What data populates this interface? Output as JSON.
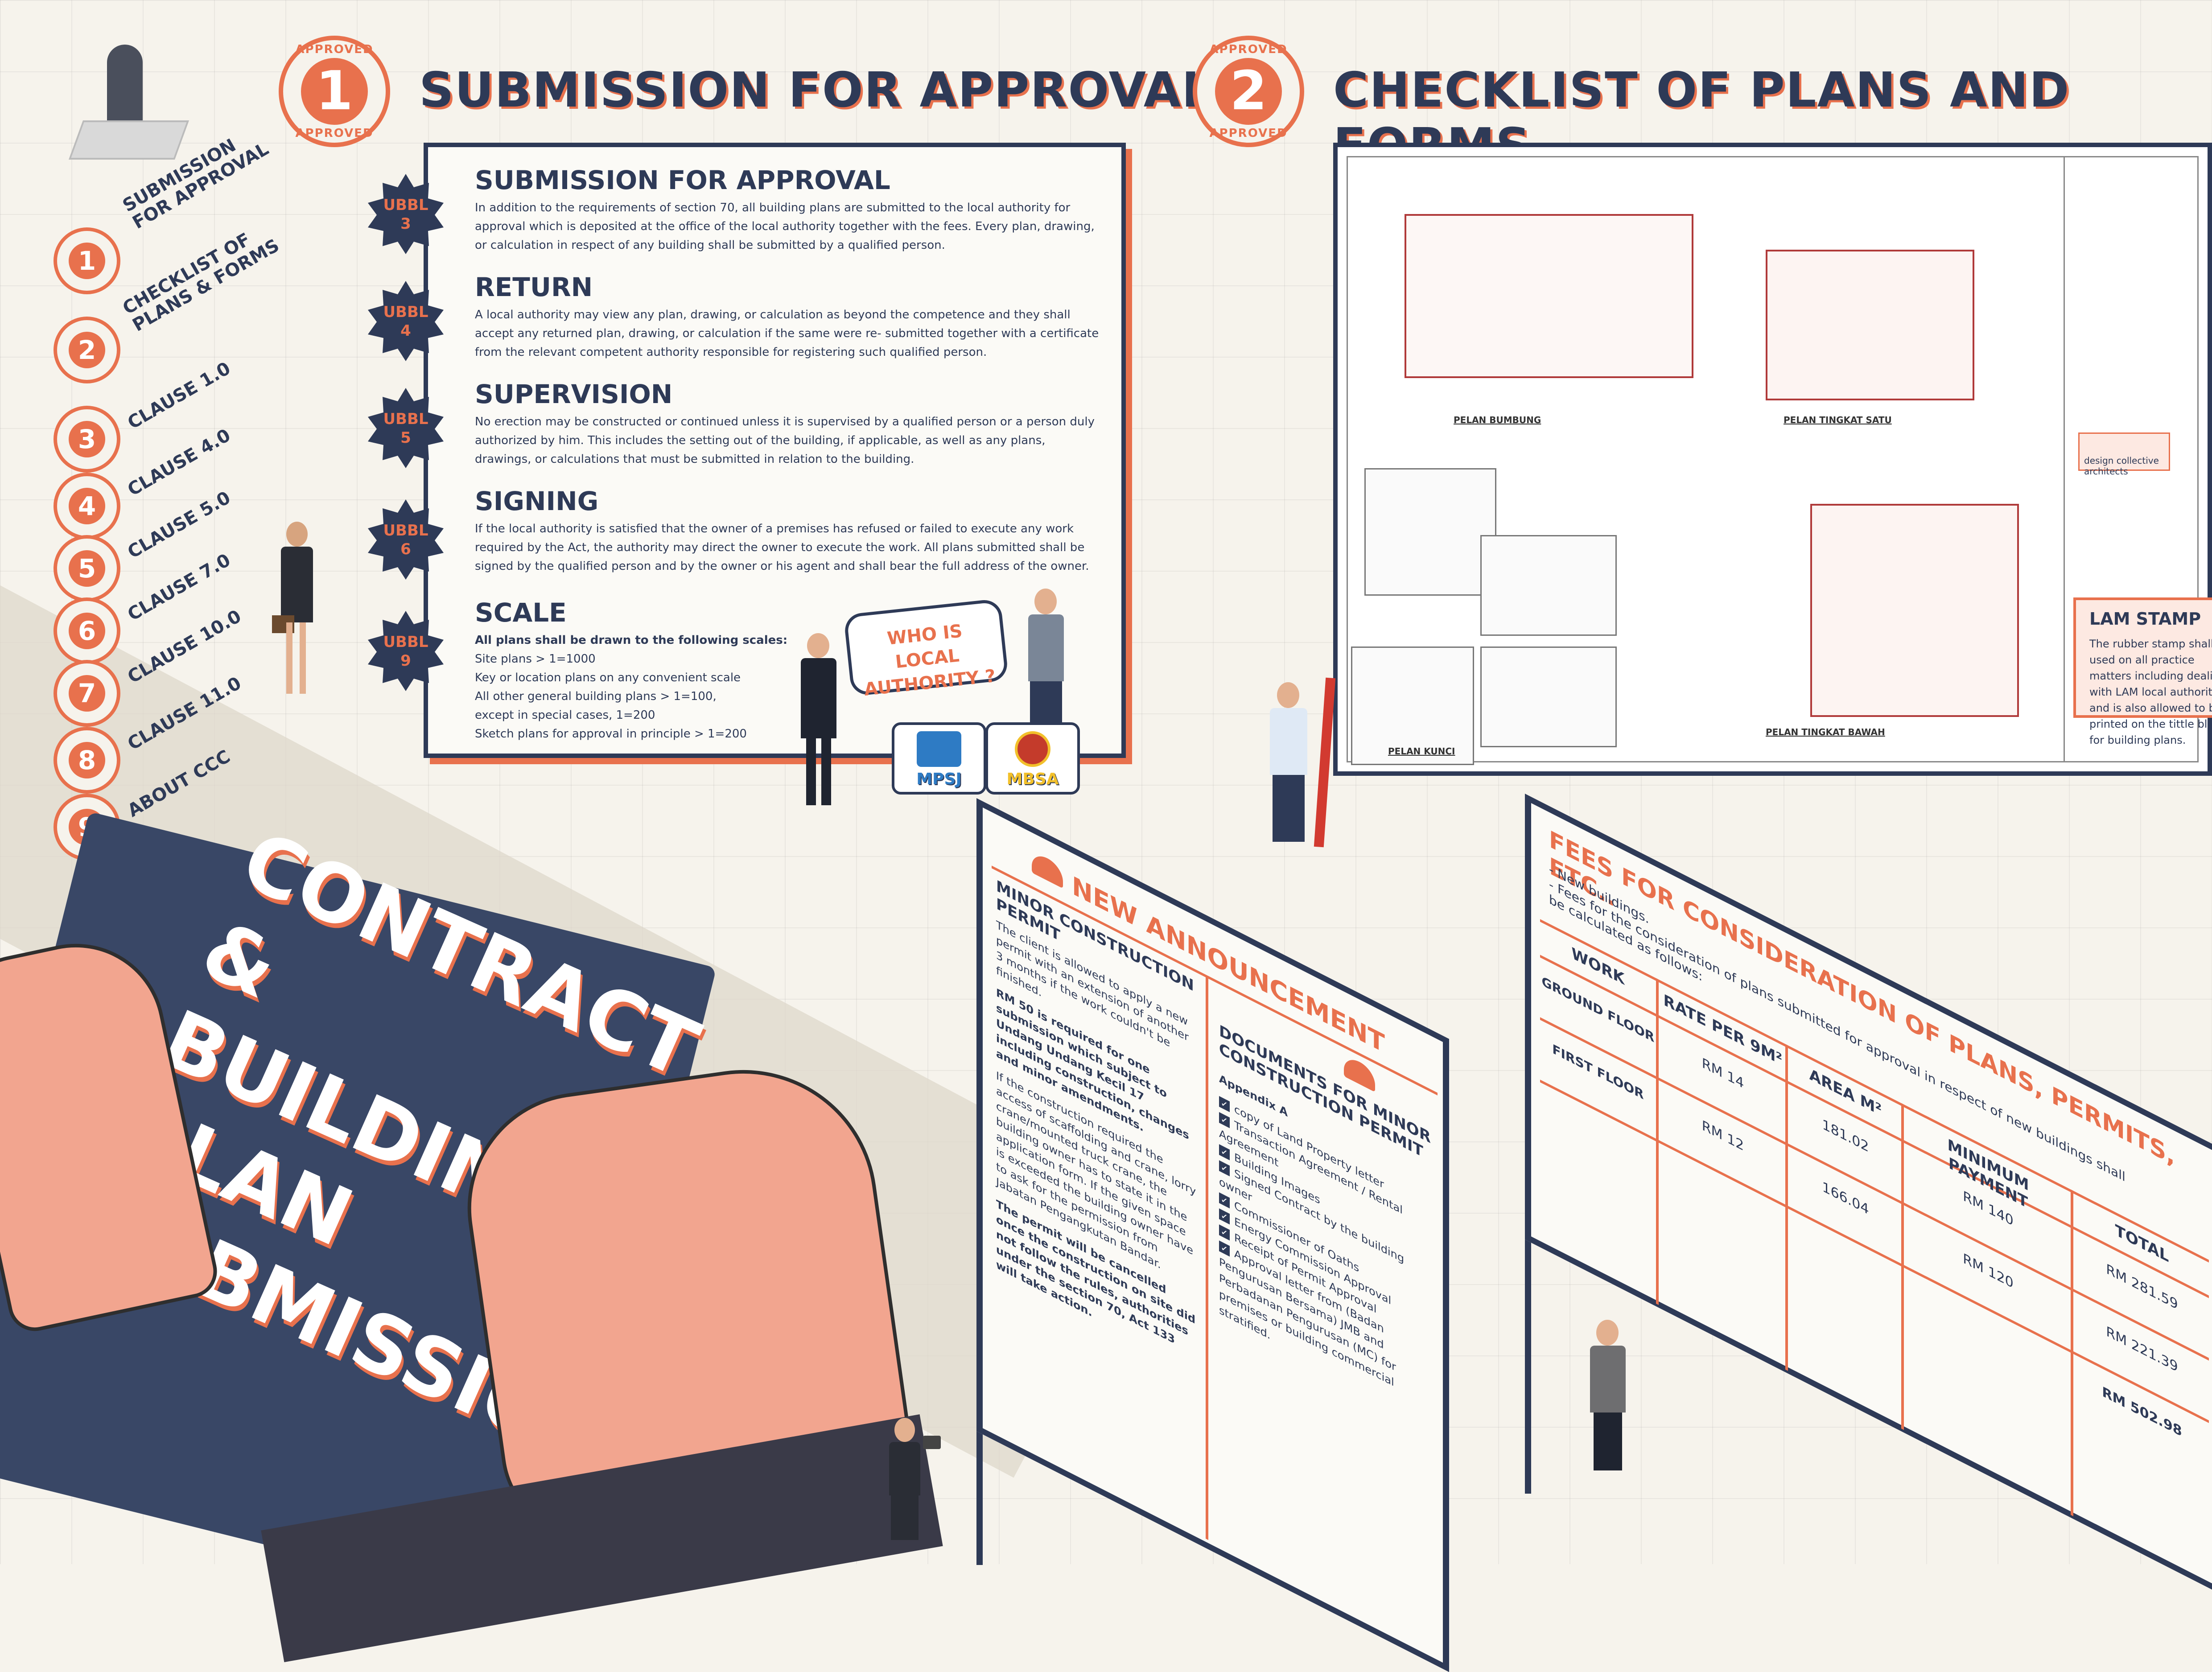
{
  "header": {
    "section1": {
      "number": "1",
      "stamp_top": "APPROVED",
      "stamp_bottom": "APPROVED",
      "title": "SUBMISSION FOR APPROVAL"
    },
    "section2": {
      "number": "2",
      "stamp_top": "APPROVED",
      "stamp_bottom": "APPROVED",
      "title": "CHECKLIST OF PLANS AND FORMS"
    }
  },
  "sidebar": {
    "items": [
      {
        "num": "1",
        "label": "SUBMISSION\nFOR APPROVAL"
      },
      {
        "num": "2",
        "label": "CHECKLIST OF\nPLANS & FORMS"
      },
      {
        "num": "3",
        "label": "CLAUSE 1.0"
      },
      {
        "num": "4",
        "label": "CLAUSE 4.0"
      },
      {
        "num": "5",
        "label": "CLAUSE 5.0"
      },
      {
        "num": "6",
        "label": "CLAUSE 7.0"
      },
      {
        "num": "7",
        "label": "CLAUSE 10.0"
      },
      {
        "num": "8",
        "label": "CLAUSE 11.0"
      },
      {
        "num": "9",
        "label": "ABOUT CCC"
      }
    ]
  },
  "submission": {
    "sections": [
      {
        "badge_a": "UBBL",
        "badge_b": "3",
        "heading": "SUBMISSION FOR APPROVAL",
        "body": "In addition to the requirements of section 70, all building plans are submitted to the local authority for approval which is deposited at the office of the local authority together with the fees. Every plan, drawing, or calculation in respect of any building shall be submitted by a qualified person."
      },
      {
        "badge_a": "UBBL",
        "badge_b": "4",
        "heading": "RETURN",
        "body": "A local authority may view any plan, drawing, or calculation as beyond the competence and they shall accept any returned plan, drawing, or calculation if the same were re- submitted together with a certificate from the relevant competent authority responsible for registering such qualified person."
      },
      {
        "badge_a": "UBBL",
        "badge_b": "5",
        "heading": "SUPERVISION",
        "body": "No erection may be constructed or continued unless it is supervised by a qualified person or a person duly authorized by him. This includes the setting out of the building, if applicable, as well as any plans, drawings, or calculations that must be submitted in relation to the building."
      },
      {
        "badge_a": "UBBL",
        "badge_b": "6",
        "heading": "SIGNING",
        "body": "If the local authority is satisfied that the owner of a premises has refused or failed to execute any work required by the Act, the authority may direct the owner to execute the work. All plans submitted shall be signed by the qualified person and by the owner or his agent and shall bear the full address of the owner."
      },
      {
        "badge_a": "UBBL",
        "badge_b": "9",
        "heading": "SCALE",
        "lines": [
          "All plans shall be drawn to the following scales:",
          "Site plans > 1=1000",
          "Key or location plans on any convenient scale",
          "All other general building plans > 1=100,",
          "except in special cases, 1=200",
          "Sketch plans for approval in principle > 1=200"
        ]
      }
    ]
  },
  "authority": {
    "bubble": "WHO IS LOCAL AUTHORITY ?",
    "logo1": "MPSJ",
    "logo2": "MBSA"
  },
  "booklet": {
    "lines": [
      "CONTRACT",
      "&",
      "BUILDING",
      "PLAN",
      "SUBMISSION"
    ]
  },
  "checklist": {
    "plan_roof": "PELAN BUMBUNG",
    "plan_first": "PELAN TINGKAT SATU",
    "plan_ground": "PELAN TINGKAT BAWAH",
    "plan_key": "PELAN KUNCI",
    "firm": "design collective architects",
    "lam_title": "LAM STAMP",
    "lam_body": "The rubber stamp shall be used on all practice matters including dealings with LAM local authorities and is also allowed to be printed on the tittle block for building plans."
  },
  "announcement": {
    "title": "NEW ANNOUNCEMENT",
    "left_heading": "MINOR CONSTRUCTION PERMIT",
    "left_body": [
      "The client is allowed to apply a new permit with an extension of another 3 months if the work couldn't be finished.",
      "RM 50 is required for one submission which subject to Undang Undang Kecil 17 including construction, changes and minor amendments.",
      "If the construction required the access of scaffolding and crane, lorry crane/mounted truck crane, the building owner has to state it in the application form. If the given space is exceeded the building owner have to ask for the permission from Jabatan Pengangkutan Bandar.",
      "The permit will be cancelled once the construction on site did not follow the rules, authorities under the section 70, Act 133 will take action."
    ],
    "right_heading": "DOCUMENTS FOR MINOR CONSTRUCTION PERMIT",
    "right_sub": "Appendix A",
    "items": [
      "copy of Land Property letter",
      "Transaction Agreement / Rental Agreement",
      "Building Images",
      "Signed Contract by the building owner",
      "Commissioner of Oaths",
      "Energy Commission Approval",
      "Receipt of Permit Approval",
      "Approval letter from (Badan Pengurusan Bersama) JMB and Perbadanan Pengurusan (MC) for premises or building commercial stratified."
    ]
  },
  "fees": {
    "title": "FEES FOR CONSIDERATION OF PLANS, PERMITS, ETC..",
    "notes": [
      "- New buildings.",
      "- Fees for the consideration of plans submitted for approval in respect of new buildings shall be calculated as follows:"
    ],
    "headers": [
      "WORK",
      "RATE PER 9M²",
      "AREA M²",
      "MINIMUM PAYMENT",
      "TOTAL"
    ],
    "rows": [
      {
        "work": "GROUND FLOOR",
        "rate": "RM 14",
        "area": "181.02",
        "min": "RM 140",
        "total": "RM 281.59"
      },
      {
        "work": "FIRST FLOOR",
        "rate": "RM 12",
        "area": "166.04",
        "min": "RM 120",
        "total": "RM 221.39"
      }
    ],
    "grand_total": "RM 502.98"
  },
  "colors": {
    "navy": "#2e3a57",
    "accent": "#e8714d",
    "paper": "#f6f3ec"
  }
}
